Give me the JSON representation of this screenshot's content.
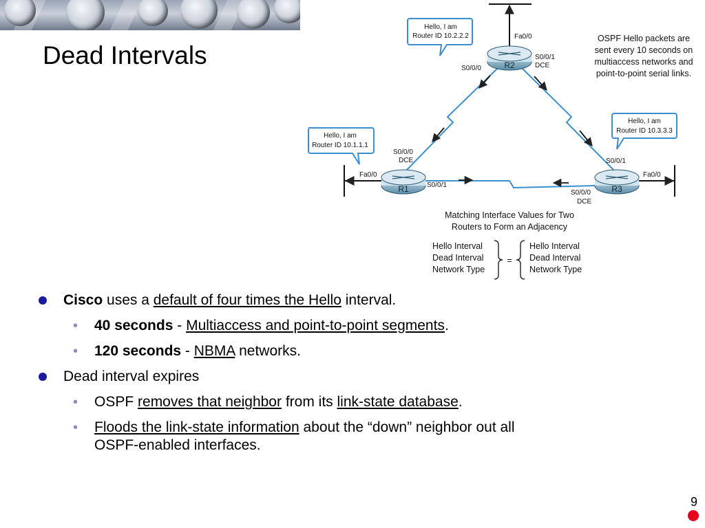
{
  "slide": {
    "title": "Dead Intervals",
    "page_number": "9"
  },
  "diagram": {
    "callouts": {
      "r2": {
        "line1": "Hello, I am",
        "line2": "Router ID 10.2.2.2"
      },
      "r1": {
        "line1": "Hello, I am",
        "line2": "Router ID 10.1.1.1"
      },
      "r3": {
        "line1": "Hello, I am",
        "line2": "Router ID 10.3.3.3"
      }
    },
    "routers": {
      "r1": "R1",
      "r2": "R2",
      "r3": "R3"
    },
    "interfaces": {
      "r2_fa00": "Fa0/0",
      "r2_s000": "S0/0/0",
      "r2_s001": "S0/0/1",
      "r2_dce": "DCE",
      "r1_s000": "S0/0/0",
      "r1_dce": "DCE",
      "r1_fa00": "Fa0/0",
      "r1_s001": "S0/0/1",
      "r3_s001": "S0/0/1",
      "r3_fa00": "Fa0/0",
      "r3_s000": "S0/0/0",
      "r3_dce": "DCE"
    },
    "note": {
      "line1": "OSPF Hello packets are",
      "line2": "sent every 10 seconds on",
      "line3": "multiaccess networks and",
      "line4": "point-to-point serial links."
    },
    "matching": {
      "title1": "Matching Interface Values for Two",
      "title2": "Routers to Form an Adjacency",
      "equals": "=",
      "left": [
        "Hello Interval",
        "Dead Interval",
        "Network Type"
      ],
      "right": [
        "Hello Interval",
        "Dead Interval",
        "Network Type"
      ]
    }
  },
  "bullets": {
    "b1": {
      "bold": "Cisco",
      "t1": " uses a ",
      "u1": "default of four times the Hello",
      "t2": " interval."
    },
    "b1a": {
      "bold": "40 seconds",
      "t1": " - ",
      "u1": "Multiaccess and point-to-point segments",
      "t2": "."
    },
    "b1b": {
      "bold": "120 seconds",
      "t1": " - ",
      "u1": "NBMA",
      "t2": " networks."
    },
    "b2": {
      "text": "Dead interval expires"
    },
    "b2a": {
      "t1": "OSPF ",
      "u1": "removes that neighbor",
      "t2": " from its ",
      "u2": "link-state database",
      "t3": "."
    },
    "b2b": {
      "u1": "Floods the link-state information",
      "t1": " about the “down” neighbor out all",
      "line2": "OSPF-enabled interfaces."
    }
  }
}
